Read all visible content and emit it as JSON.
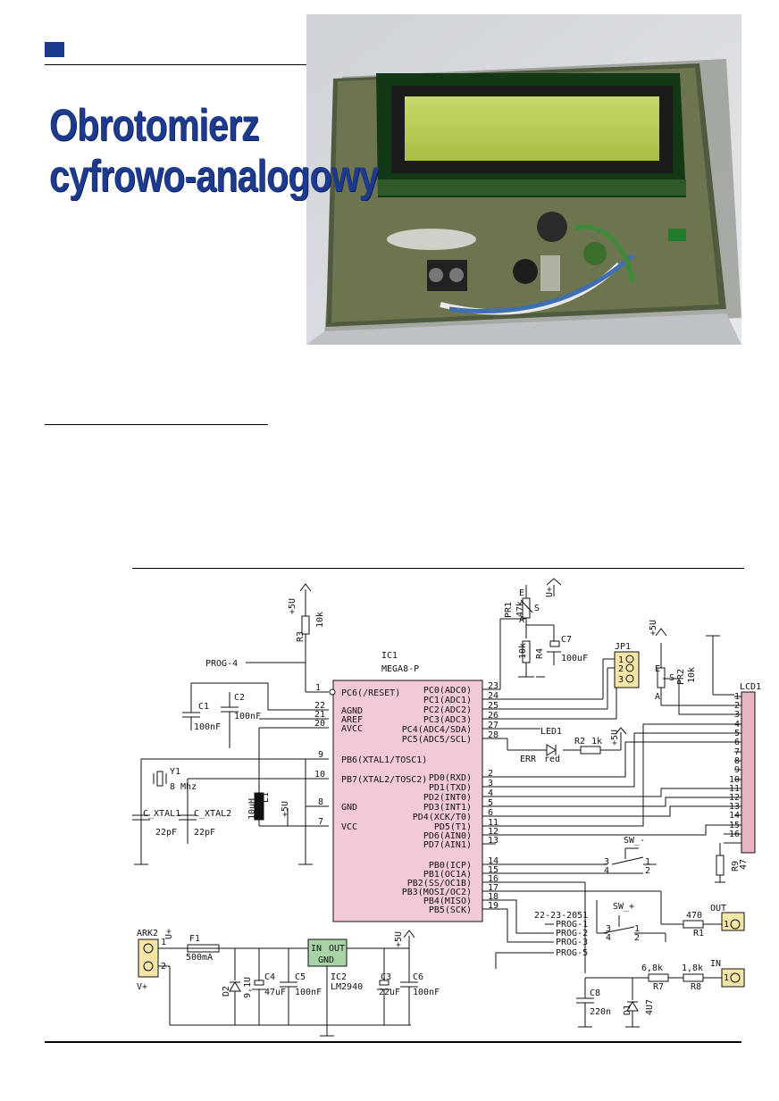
{
  "article": {
    "title_line1": "Obrotomierz",
    "title_line2": "cyfrowo-analogowy"
  },
  "colors": {
    "accent": "#1c3a8e",
    "title": "#1d3a8c",
    "ic_fill": "#f2c9d8",
    "connector_fill": "#f5e6a8",
    "lcd_fill": "#e8b4c0",
    "regulator_fill": "#a8d4a8"
  },
  "schematic": {
    "ic1": {
      "ref": "IC1",
      "part": "MEGA8-P",
      "left_pins": [
        {
          "num": "1",
          "name": "PC6(/RESET)"
        },
        {
          "num": "22",
          "name": "AGND"
        },
        {
          "num": "21",
          "name": "AREF"
        },
        {
          "num": "20",
          "name": "AVCC"
        },
        {
          "num": "9",
          "name": "PB6(XTAL1/TOSC1)"
        },
        {
          "num": "10",
          "name": "PB7(XTAL2/TOSC2)"
        },
        {
          "num": "8",
          "name": "GND"
        },
        {
          "num": "7",
          "name": "VCC"
        }
      ],
      "right_pins_top": [
        {
          "num": "23",
          "name": "PC0(ADC0)"
        },
        {
          "num": "24",
          "name": "PC1(ADC1)"
        },
        {
          "num": "25",
          "name": "PC2(ADC2)"
        },
        {
          "num": "26",
          "name": "PC3(ADC3)"
        },
        {
          "num": "27",
          "name": "PC4(ADC4/SDA)"
        },
        {
          "num": "28",
          "name": "PC5(ADC5/SCL)"
        }
      ],
      "right_pins_mid": [
        {
          "num": "2",
          "name": "PD0(RXD)"
        },
        {
          "num": "3",
          "name": "PD1(TXD)"
        },
        {
          "num": "4",
          "name": "PD2(INT0)"
        },
        {
          "num": "5",
          "name": "PD3(INT1)"
        },
        {
          "num": "6",
          "name": "PD4(XCK/T0)"
        },
        {
          "num": "11",
          "name": "PD5(T1)"
        },
        {
          "num": "12",
          "name": "PD6(AIN0)"
        },
        {
          "num": "13",
          "name": "PD7(AIN1)"
        }
      ],
      "right_pins_bottom": [
        {
          "num": "14",
          "name": "PB0(ICP)"
        },
        {
          "num": "15",
          "name": "PB1(OC1A)"
        },
        {
          "num": "16",
          "name": "PB2(SS/OC1B)"
        },
        {
          "num": "17",
          "name": "PB3(MOSI/OC2)"
        },
        {
          "num": "18",
          "name": "PB4(MISO)"
        },
        {
          "num": "19",
          "name": "PB5(SCK)"
        }
      ]
    },
    "labels": {
      "vcc_top": "+5U",
      "r3": "R3",
      "r3_val": "10k",
      "prog4": "PROG-4",
      "c1": "C1",
      "c1_val": "100nF",
      "c2": "C2",
      "c2_val": "100nF",
      "y1": "Y1",
      "y1_val": "8 Mhz",
      "cx1": "C_XTAL1",
      "cx1_val": "22pF",
      "cx2": "C_XTAL2",
      "cx2_val": "22pF",
      "l1": "L1",
      "l1_val": "10uH",
      "l1_vcc": "+5U",
      "pr1": "PR1",
      "pr1_val": "47k",
      "pr_a": "A",
      "pr_e": "E",
      "pr_s": "S",
      "pr1_vcc": "U+",
      "r4": "R4",
      "r4_val": "10k",
      "c7": "C7",
      "c7_val": "100uF",
      "jp1": "JP1",
      "jp1_pins": [
        "1",
        "2",
        "3"
      ],
      "pr2": "PR2",
      "pr2_val": "10k",
      "pr2_vcc": "+5U",
      "led1": "LED1",
      "led1_name": "ERR",
      "led1_color": "red",
      "r2": "R2",
      "r2_val": "1k",
      "r2_vcc": "+5U",
      "lcd1": "LCD1",
      "lcd_pins": [
        "1",
        "2",
        "3",
        "4",
        "5",
        "6",
        "7",
        "8",
        "9",
        "10",
        "11",
        "12",
        "13",
        "14",
        "15",
        "16"
      ],
      "r9": "R9",
      "r9_val": "47",
      "sw_minus": "SW_-",
      "sw_plus": "SW_+",
      "sw_pins": [
        "3",
        "4",
        "1",
        "2"
      ],
      "prog_note": "22-23-2051",
      "prog1": "PROG-1",
      "prog2": "PROG-2",
      "prog3": "PROG-3",
      "prog5": "PROG-5",
      "out": "OUT",
      "in": "IN",
      "con_pin": "1",
      "r1": "R1",
      "r1_val": "470",
      "r7": "R7",
      "r7_val": "6,8k",
      "r8": "R8",
      "r8_val": "1,8k",
      "c8": "C8",
      "c8_val": "220n",
      "d1": "D1",
      "d1_val": "4U7",
      "ark2": "ARK2",
      "ark2_pin1": "1",
      "ark2_pin2": "2",
      "ark2_u": "U+",
      "ark2_v": "V+",
      "f1": "F1",
      "f1_val": "500mA",
      "d2": "D2",
      "d2_val": "9,1U",
      "c4": "C4",
      "c4_val": "47uF",
      "c5": "C5",
      "c5_val": "100nF",
      "ic2": "IC2",
      "ic2_val": "LM2940",
      "ic2_in": "IN",
      "ic2_out": "OUT",
      "ic2_gnd": "GND",
      "ic2_vcc": "+5U",
      "c3": "C3",
      "c3_val": "22uF",
      "c6": "C6",
      "c6_val": "100nF"
    }
  }
}
